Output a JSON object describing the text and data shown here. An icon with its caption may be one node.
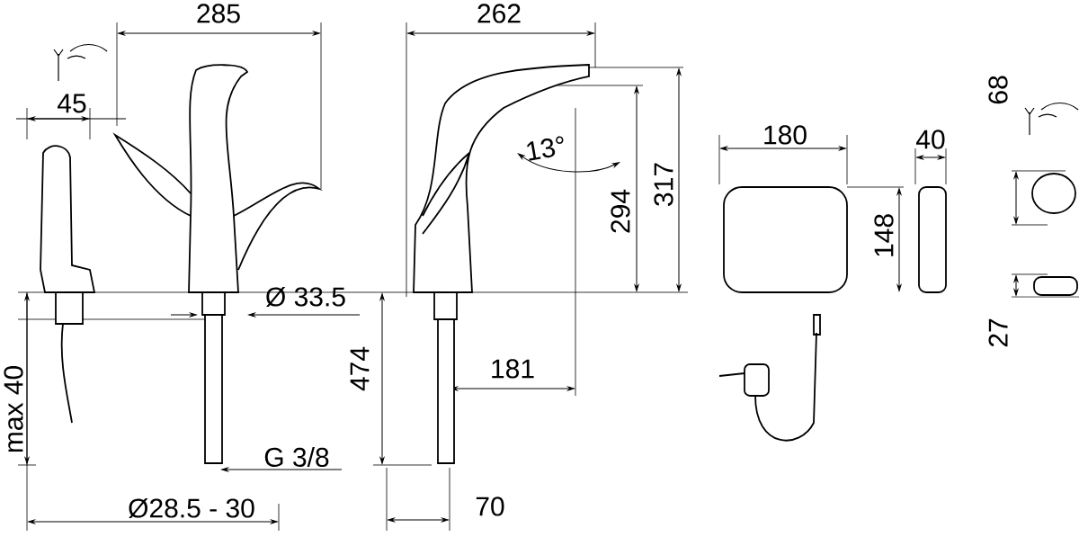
{
  "diagram": {
    "labels": [
      "285",
      "262",
      "45",
      "180",
      "40",
      "68",
      "13°",
      "294",
      "317",
      "148",
      "Ø 33.5",
      "27",
      "474",
      "181",
      "max 40",
      "G 3/8",
      "Ø28.5 - 30",
      "70"
    ]
  }
}
